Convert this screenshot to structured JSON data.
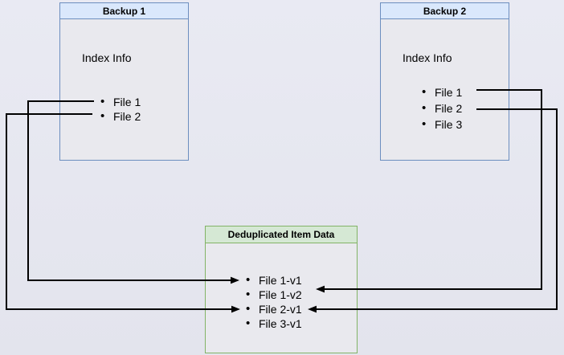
{
  "diagram": {
    "backup1": {
      "title": "Backup 1",
      "section_label": "Index Info",
      "files": [
        "File 1",
        "File 2"
      ]
    },
    "backup2": {
      "title": "Backup 2",
      "section_label": "Index Info",
      "files": [
        "File 1",
        "File 2",
        "File 3"
      ]
    },
    "dedup": {
      "title": "Deduplicated Item Data",
      "items": [
        "File 1-v1",
        "File 1-v2",
        "File 2-v1",
        "File 3-v1"
      ]
    },
    "connections": [
      {
        "from": "Backup 1 / File 1",
        "to": "Deduplicated Item Data / File 1-v1"
      },
      {
        "from": "Backup 1 / File 2",
        "to": "Deduplicated Item Data / File 2-v1"
      },
      {
        "from": "Backup 2 / File 1",
        "to": "Deduplicated Item Data / File 1-v2"
      },
      {
        "from": "Backup 2 / File 2",
        "to": "Deduplicated Item Data / File 2-v1"
      }
    ],
    "colors": {
      "canvas_background": "#e7e8f1",
      "backup_header_fill": "#dae8fc",
      "backup_border": "#6c8ebf",
      "dedup_header_fill": "#d5e8d4",
      "dedup_border": "#82b366",
      "connector": "#000000",
      "text": "#000000"
    }
  }
}
